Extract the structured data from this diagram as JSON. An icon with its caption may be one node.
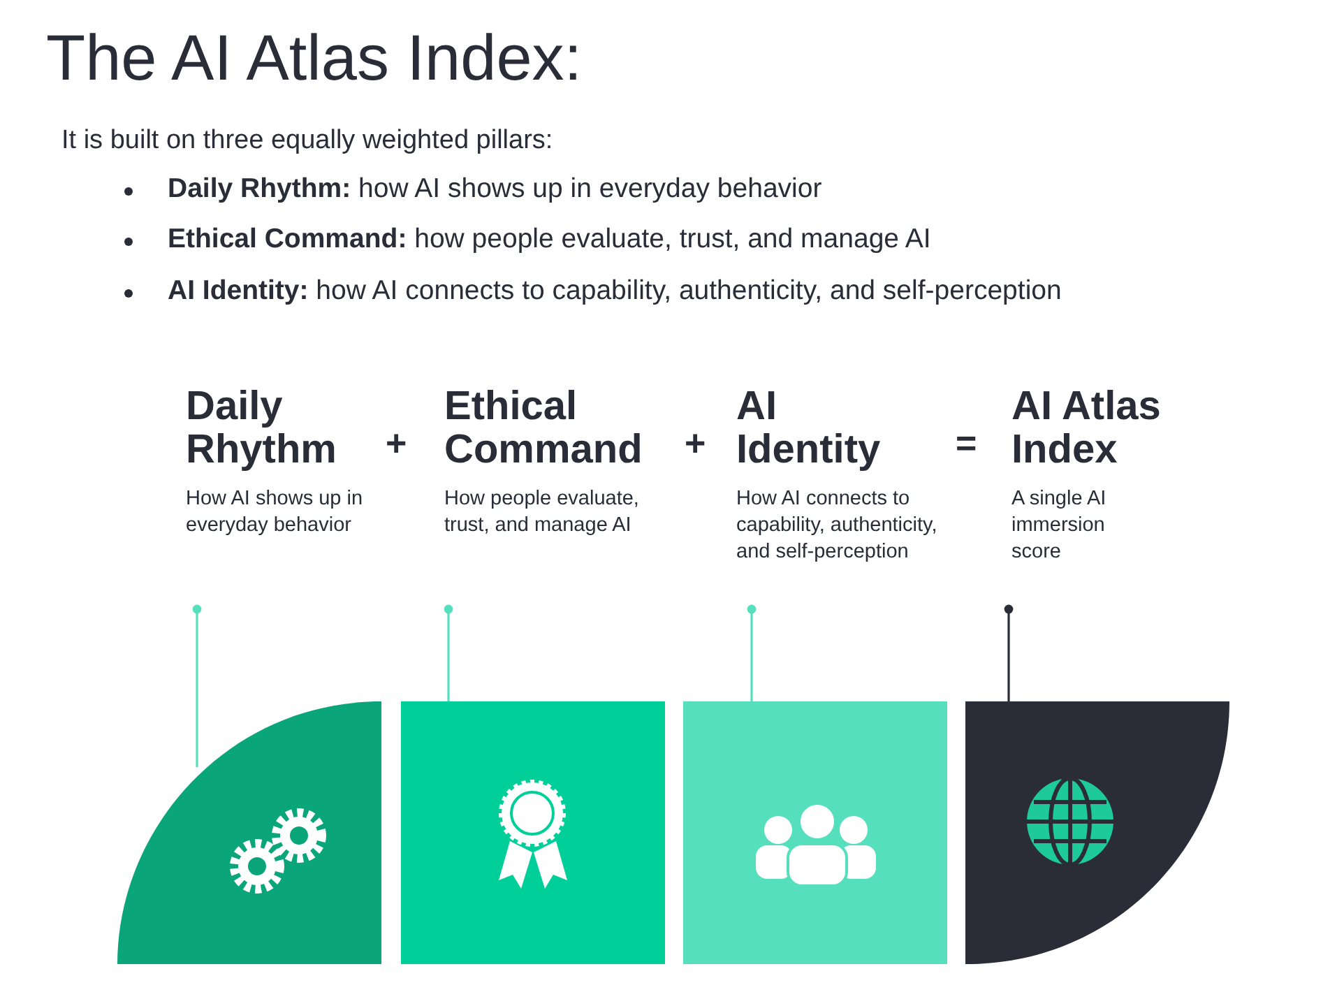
{
  "diagram": {
    "title": "The AI Atlas Index:",
    "nodes": [
      {
        "text": [
          "Daily Rhythm",
          "How AI shows up in everyday behavior"
        ]
      },
      {
        "text": [
          "Ethical Command",
          "How people evaluate, trust, and manage AI"
        ]
      },
      {
        "text": [
          "AI Identity",
          "How AI connects to capability, authenticity, and self-perception"
        ]
      },
      {
        "text": [
          "AI Atlas Index",
          "A single AI immersion score"
        ]
      },
      {
        "text": [],
        "shape": "quarter-circle"
      },
      {
        "text": [],
        "shape": "box"
      },
      {
        "text": [],
        "shape": "box"
      },
      {
        "text": [],
        "shape": "quarter-circle"
      }
    ],
    "edges": [
      {
        "from": 0,
        "to": 4,
        "arrow": "other"
      },
      {
        "from": 1,
        "to": 5,
        "arrow": "other"
      },
      {
        "from": 2,
        "to": 6,
        "arrow": "other"
      },
      {
        "from": 3,
        "to": 7,
        "arrow": "other",
        "color": "#2a2d38"
      }
    ],
    "labels": [
      "It is built on three equally weighted pillars:",
      "**Daily Rhythm:** how AI shows up in everyday behavior",
      "**Ethical Command:** how people evaluate, trust, and manage AI",
      "**AI Identity:** how AI connects to capability, authenticity, and self-perception",
      "+",
      "+",
      "="
    ]
  }
}
